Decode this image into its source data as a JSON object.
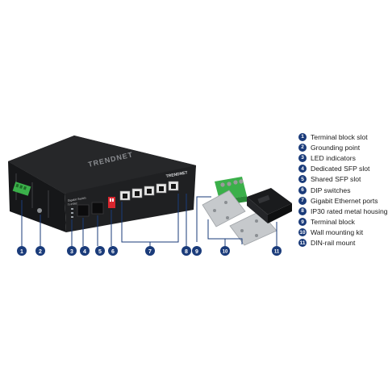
{
  "brand": {
    "logo_text": "TRENDNET",
    "front_logo_text": "TRENDNET",
    "model_text": "Gigabit Switch",
    "model_sub": "TI-PG62"
  },
  "colors": {
    "badge": "#1a3b7a",
    "leader_line": "#1a3b7a",
    "chassis": "#1d1e20",
    "terminal_block": "#3bb04a",
    "dip_switch": "#d8262e",
    "metal_plate": "#bfc3c6"
  },
  "callouts": [
    {
      "num": "1",
      "label": "Terminal block slot"
    },
    {
      "num": "2",
      "label": "Grounding point"
    },
    {
      "num": "3",
      "label": "LED indicators"
    },
    {
      "num": "4",
      "label": "Dedicated SFP slot"
    },
    {
      "num": "5",
      "label": "Shared SFP slot"
    },
    {
      "num": "6",
      "label": "DIP switches"
    },
    {
      "num": "7",
      "label": "Gigabit Ethernet ports"
    },
    {
      "num": "8",
      "label": "IP30 rated metal housing"
    },
    {
      "num": "9",
      "label": "Terminal block"
    },
    {
      "num": "10",
      "label": "Wall mounting kit"
    },
    {
      "num": "11",
      "label": "DIN-rail mount"
    }
  ]
}
